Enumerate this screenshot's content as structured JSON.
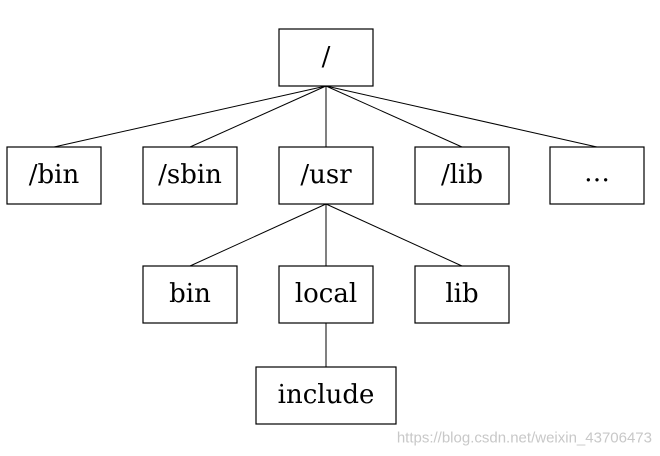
{
  "diagram": {
    "nodes": {
      "root": "/",
      "bin": "/bin",
      "sbin": "/sbin",
      "usr": "/usr",
      "lib": "/lib",
      "more": "…",
      "usr_bin": "bin",
      "usr_local": "local",
      "usr_lib": "lib",
      "include": "include"
    },
    "edges": [
      [
        "root",
        "bin"
      ],
      [
        "root",
        "sbin"
      ],
      [
        "root",
        "usr"
      ],
      [
        "root",
        "lib"
      ],
      [
        "root",
        "more"
      ],
      [
        "usr",
        "usr_bin"
      ],
      [
        "usr",
        "usr_local"
      ],
      [
        "usr",
        "usr_lib"
      ],
      [
        "usr_local",
        "include"
      ]
    ]
  },
  "watermark": "https://blog.csdn.net/weixin_43706473"
}
